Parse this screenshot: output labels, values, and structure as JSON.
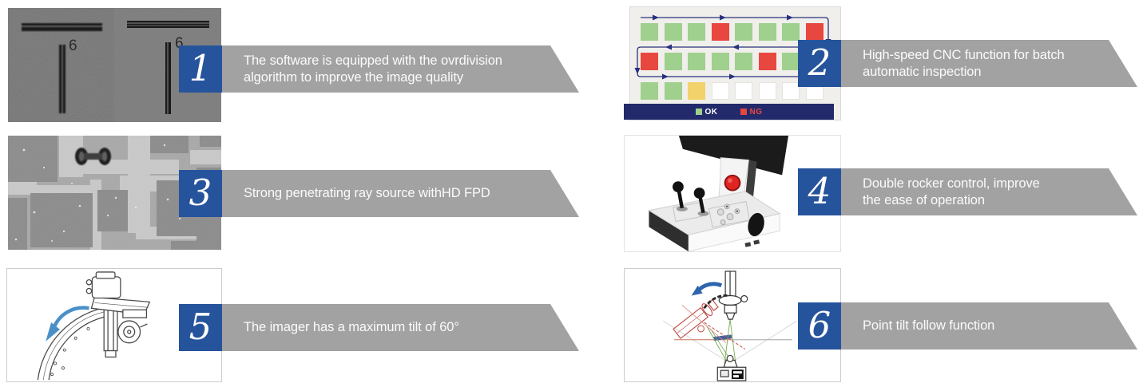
{
  "palette": {
    "accent_blue": "#26549c",
    "banner_gray": "#a2a2a2",
    "banner_text": "#fbfbfb",
    "screen_navy": "#232a6b",
    "ok_green": "#9fd08e",
    "ng_red": "#e8473f",
    "pending_yellow": "#f2d36b",
    "empty_white": "#ffffff"
  },
  "features": [
    {
      "number": "1",
      "lines": [
        "The software is equipped with the ovrdivision",
        "algorithm to improve the image quality"
      ],
      "image": "xray-image-quality-comparison"
    },
    {
      "number": "2",
      "lines": [
        "High-speed CNC function for batch",
        "automatic inspection"
      ],
      "image": "cnc-batch-inspection-screen"
    },
    {
      "number": "3",
      "lines": [
        "Strong penetrating ray source withHD FPD"
      ],
      "image": "xray-pcb-scan"
    },
    {
      "number": "4",
      "lines": [
        "Double rocker control, improve",
        "the ease of operation"
      ],
      "image": "double-rocker-console"
    },
    {
      "number": "5",
      "lines": [
        "The imager has a maximum tilt of 60°"
      ],
      "image": "imager-tilt-drawing"
    },
    {
      "number": "6",
      "lines": [
        "Point tilt follow function"
      ],
      "image": "point-tilt-follow-diagram"
    }
  ],
  "inspection_screen": {
    "grid": [
      [
        "g",
        "g",
        "g",
        "r",
        "g",
        "g",
        "g",
        "r"
      ],
      [
        "r",
        "g",
        "g",
        "g",
        "g",
        "r",
        "g",
        "g"
      ],
      [
        "g",
        "g",
        "y",
        "w",
        "w",
        "w",
        "w",
        "w"
      ]
    ],
    "cell_colors": {
      "g": "#9fd08e",
      "r": "#e8473f",
      "y": "#f2d36b",
      "w": "#ffffff"
    },
    "legend": [
      {
        "label": "OK",
        "swatch": "g",
        "label_color": "#ffffff"
      },
      {
        "label": "NG",
        "swatch": "r",
        "label_color": "#e8473f"
      }
    ]
  },
  "sample_labels": {
    "resolution_digit_left": "6",
    "resolution_digit_right": "6"
  }
}
